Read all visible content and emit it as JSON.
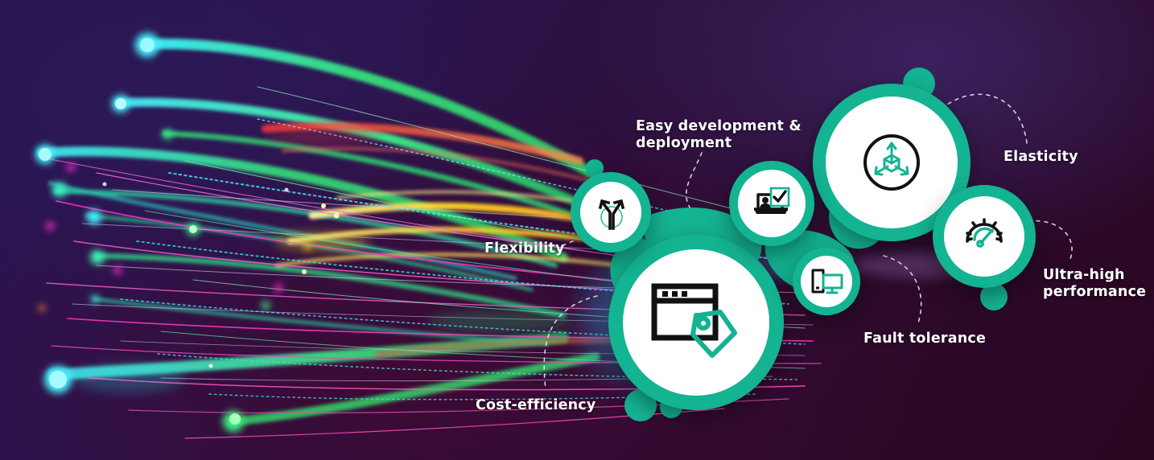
{
  "graphic": {
    "title": "Cloud computing benefits blob diagram",
    "theme": {
      "teal": "#14b392",
      "teal_dark": "#0f9e81",
      "white": "#ffffff",
      "ink": "#111111",
      "bg_indigo": "#2a1a4d",
      "bg_plum": "#2d0622",
      "connector": "#e9e2f3"
    }
  },
  "labels": [
    {
      "id": "flexibility",
      "text": "Flexibility",
      "icon": "fork-branch-icon"
    },
    {
      "id": "easy-dev",
      "text": "Easy development &\ndeployment",
      "icon": "laptop-check-icon"
    },
    {
      "id": "elasticity",
      "text": "Elasticity",
      "icon": "cube-arrows-icon"
    },
    {
      "id": "ultra-high",
      "text": "Ultra-high\nperformance",
      "icon": "speedometer-icon"
    },
    {
      "id": "fault-tolerance",
      "text": "Fault tolerance",
      "icon": "desktop-monitor-icon"
    },
    {
      "id": "cost-efficiency",
      "text": "Cost-efficiency",
      "icon": "browser-tag-icon"
    }
  ],
  "nodes": [
    {
      "id": "flexibility",
      "icon": "fork-branch-icon",
      "size": "small"
    },
    {
      "id": "easy-dev",
      "icon": "laptop-check-icon",
      "size": "medium"
    },
    {
      "id": "elasticity",
      "icon": "cube-arrows-icon",
      "size": "large"
    },
    {
      "id": "ultra-high",
      "icon": "speedometer-icon",
      "size": "medium"
    },
    {
      "id": "fault-tolerance",
      "icon": "desktop-monitor-icon",
      "size": "small"
    },
    {
      "id": "cost-efficiency",
      "icon": "browser-tag-icon",
      "size": "xlarge"
    }
  ],
  "background": {
    "description": "Flowing neon fiber-optic light streams with glowing node dots",
    "colors": [
      "#3ef08a",
      "#2ee0c8",
      "#46f1ff",
      "#ff2fd0",
      "#ffd21e",
      "#ff3b3b",
      "#b06cff"
    ]
  }
}
